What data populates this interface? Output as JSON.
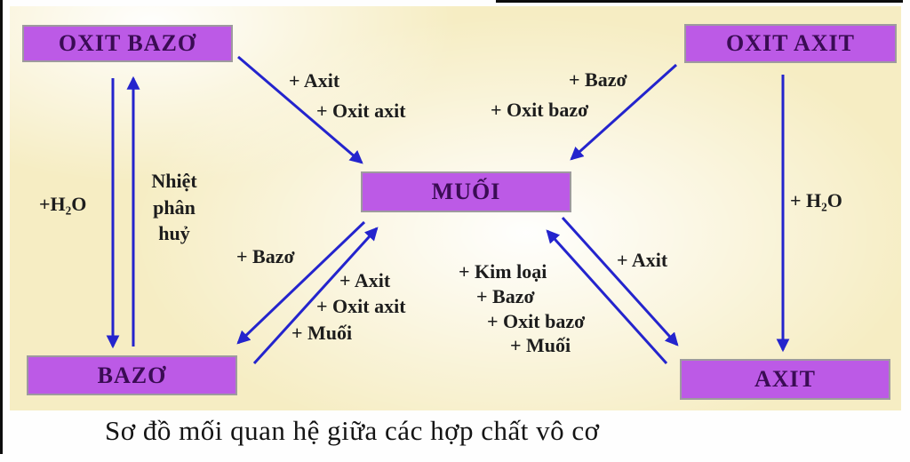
{
  "nodes": {
    "oxit_bazo": {
      "label": "OXIT BAZƠ"
    },
    "oxit_axit": {
      "label": "OXIT AXIT"
    },
    "muoi": {
      "label": "MUỐI"
    },
    "bazo": {
      "label": "BAZƠ"
    },
    "axit": {
      "label": "AXIT"
    }
  },
  "edges": {
    "oxit_bazo_to_muoi": {
      "labels": [
        "+ Axit",
        "+ Oxit axit"
      ]
    },
    "oxit_axit_to_muoi": {
      "labels": [
        "+ Bazơ",
        "+ Oxit bazơ"
      ]
    },
    "oxit_bazo_to_bazo": {
      "labels": [
        "+H₂O"
      ]
    },
    "bazo_to_oxit_bazo": {
      "labels": [
        "Nhiệt\nphân\nhuỷ"
      ]
    },
    "muoi_to_bazo": {
      "labels": [
        "+ Bazơ"
      ]
    },
    "bazo_to_muoi": {
      "labels": [
        "+ Axit",
        "+ Oxit axit",
        "+ Muối"
      ]
    },
    "axit_to_muoi": {
      "labels": [
        "+ Kim loại",
        "+ Bazơ",
        "+ Oxit bazơ",
        "+ Muối"
      ]
    },
    "muoi_to_axit": {
      "labels": [
        "+ Axit"
      ]
    },
    "oxit_axit_to_axit": {
      "labels": [
        "+ H₂O"
      ]
    }
  },
  "caption": "Sơ đồ mối quan hệ giữa các hợp chất vô cơ",
  "colors": {
    "node_fill": "#bc5ae6",
    "node_border": "#9e9a9e",
    "node_text": "#3a0c54",
    "arrow_blue": "#2424cd",
    "panel_cream": "#f6edc3",
    "frame_black": "#0d0d0d",
    "label_text": "#1d1d1d"
  }
}
